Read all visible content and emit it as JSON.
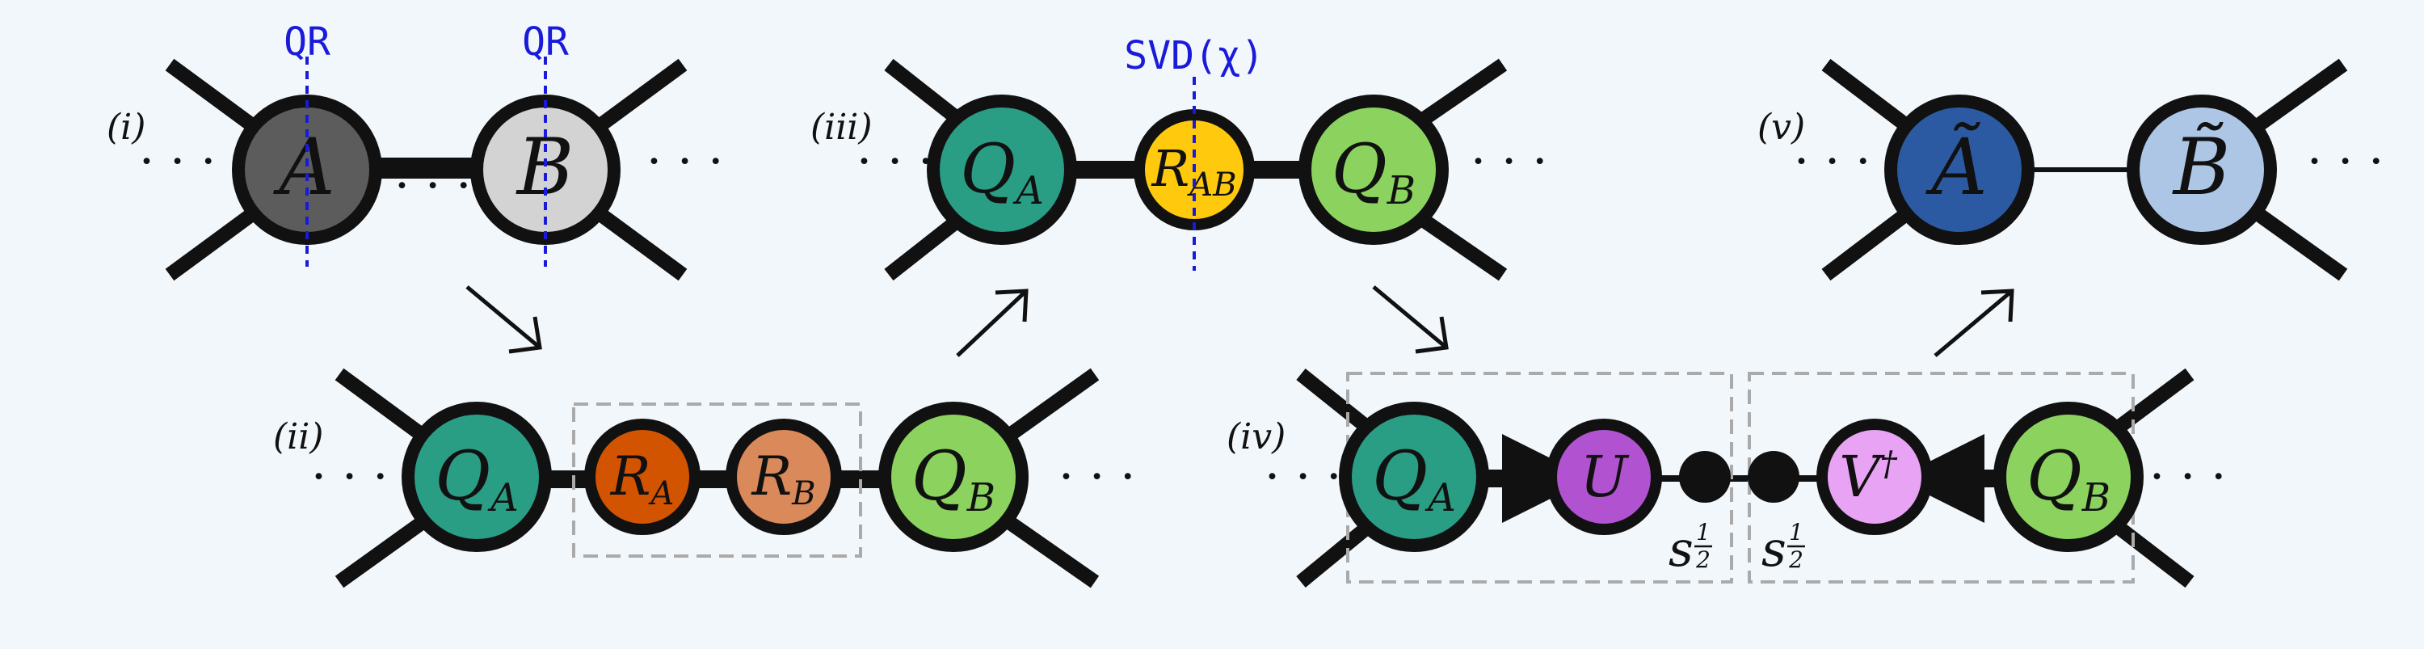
{
  "steps": [
    "(i)",
    "(ii)",
    "(iii)",
    "(iv)",
    "(v)"
  ],
  "ellipsis": "· · ·",
  "annotations": {
    "qr": "QR",
    "svd": "SVD(χ)"
  },
  "nodes": {
    "A": {
      "letter": "A",
      "color": "#5c5c5c"
    },
    "B": {
      "letter": "B",
      "color": "#d3d3d3"
    },
    "QA": {
      "letter": "Q",
      "sub": "A",
      "color": "#2a9d85"
    },
    "RA": {
      "letter": "R",
      "sub": "A",
      "color": "#d35400"
    },
    "RB": {
      "letter": "R",
      "sub": "B",
      "color": "#d9895a"
    },
    "QB": {
      "letter": "Q",
      "sub": "B",
      "color": "#8bd35e"
    },
    "RAB": {
      "letter": "R",
      "sub": "AB",
      "color": "#ffc90e"
    },
    "U": {
      "letter": "U",
      "color": "#b152d0"
    },
    "Vdag": {
      "letter": "V",
      "sup": "†",
      "color": "#e9a3f5"
    },
    "At": {
      "letter": "Ã",
      "color": "#2b5aa3"
    },
    "Bt": {
      "letter": "B̃",
      "color": "#aec6e6"
    },
    "s": {
      "letter": "s",
      "sup_num": "1",
      "sup_den": "2"
    }
  },
  "colors": {
    "ink": "#111111",
    "annotation": "#1a1adb",
    "box": "#aaaaaa"
  }
}
